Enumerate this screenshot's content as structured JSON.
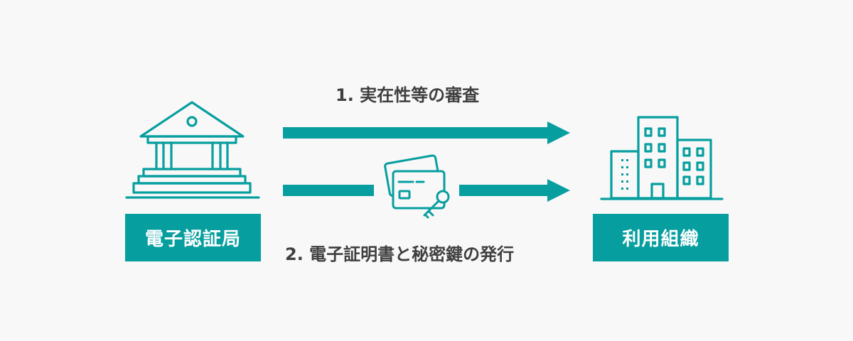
{
  "colors": {
    "accent": "#079e9f",
    "text": "#3f3f3f",
    "background": "#f8f8f8"
  },
  "nodes": {
    "authority": {
      "label": "電子認証局",
      "icon": "bank-building-icon"
    },
    "organization": {
      "label": "利用組織",
      "icon": "office-buildings-icon"
    }
  },
  "steps": [
    {
      "label": "1. 実在性等の審査"
    },
    {
      "label": "2. 電子証明書と秘密鍵の発行",
      "icon": "certificate-card-key-icon"
    }
  ]
}
